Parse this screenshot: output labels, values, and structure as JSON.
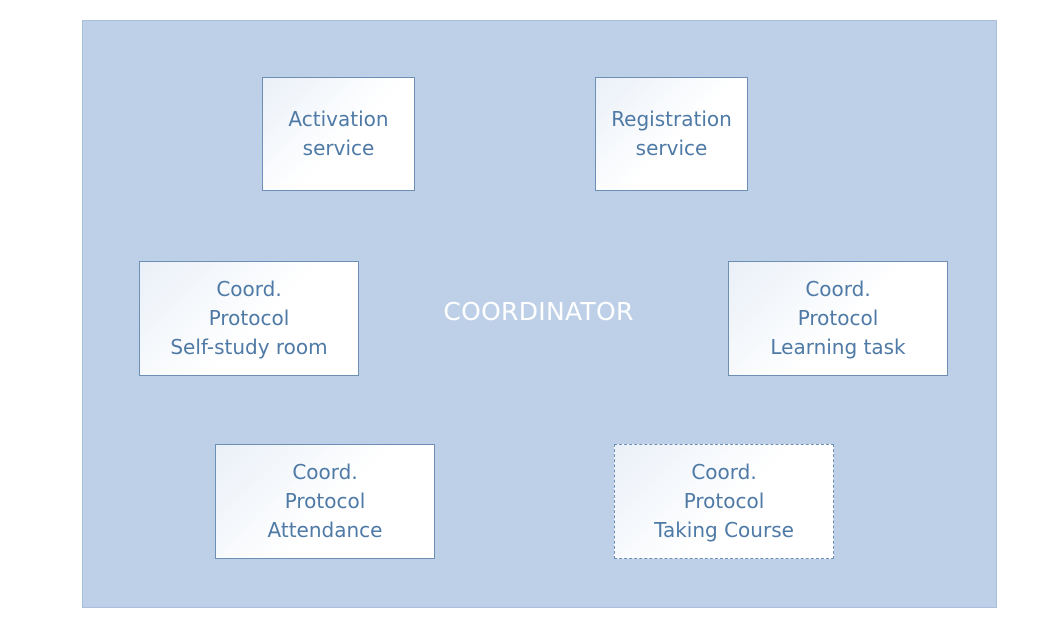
{
  "diagram": {
    "center_label": "COORDINATOR",
    "boxes": [
      {
        "id": "activation",
        "lines": [
          "Activation",
          "service"
        ],
        "dashed": false
      },
      {
        "id": "registration",
        "lines": [
          "Registration",
          "service"
        ],
        "dashed": false
      },
      {
        "id": "self-study",
        "lines": [
          "Coord.",
          "Protocol",
          "Self-study room"
        ],
        "dashed": false
      },
      {
        "id": "learning-task",
        "lines": [
          "Coord.",
          "Protocol",
          "Learning task"
        ],
        "dashed": false
      },
      {
        "id": "attendance",
        "lines": [
          "Coord.",
          "Protocol",
          "Attendance"
        ],
        "dashed": false
      },
      {
        "id": "taking-course",
        "lines": [
          "Coord.",
          "Protocol",
          "Taking Course"
        ],
        "dashed": true
      }
    ]
  },
  "colors": {
    "background": "#bdd0e8",
    "box_border": "#6e8fb4",
    "box_text": "#4f7aa6",
    "center_text": "#ffffff"
  }
}
